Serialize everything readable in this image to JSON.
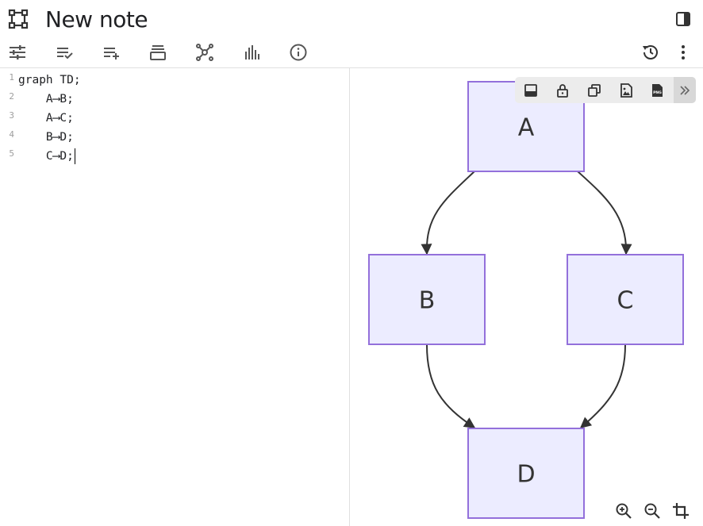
{
  "title": "New note",
  "icons": {
    "note_type": "canvas-icon",
    "pane_toggle": "sidebar-right-icon",
    "toolbar": [
      "tune-icon",
      "checklist-icon",
      "playlist-add-icon",
      "stack-icon",
      "graph-icon",
      "bar-chart-icon",
      "info-icon"
    ],
    "toolbar_right": [
      "history-icon",
      "more-vert-icon"
    ],
    "float_toolbar": [
      "split-view-icon",
      "lock-icon",
      "copy-icon",
      "image-icon",
      "png-icon",
      "chevron-double-right-icon"
    ],
    "zoom": [
      "zoom-in-icon",
      "zoom-out-icon",
      "crop-icon"
    ]
  },
  "editor": {
    "lines": [
      {
        "num": "1",
        "text": "graph TD;"
      },
      {
        "num": "2",
        "text": "    A⟶B;"
      },
      {
        "num": "3",
        "text": "    A⟶C;"
      },
      {
        "num": "4",
        "text": "    B⟶D;"
      },
      {
        "num": "5",
        "text": "    C⟶D;"
      }
    ]
  },
  "diagram": {
    "nodes": [
      {
        "id": "A",
        "label": "A"
      },
      {
        "id": "B",
        "label": "B"
      },
      {
        "id": "C",
        "label": "C"
      },
      {
        "id": "D",
        "label": "D"
      }
    ],
    "edges": [
      [
        "A",
        "B"
      ],
      [
        "A",
        "C"
      ],
      [
        "B",
        "D"
      ],
      [
        "C",
        "D"
      ]
    ]
  },
  "float_toolbar": {
    "png_label": "PNG"
  },
  "colors": {
    "node_fill": "#ECECFF",
    "node_stroke": "#9370DB",
    "edge": "#333333",
    "toolbar_bg": "#ececec"
  }
}
